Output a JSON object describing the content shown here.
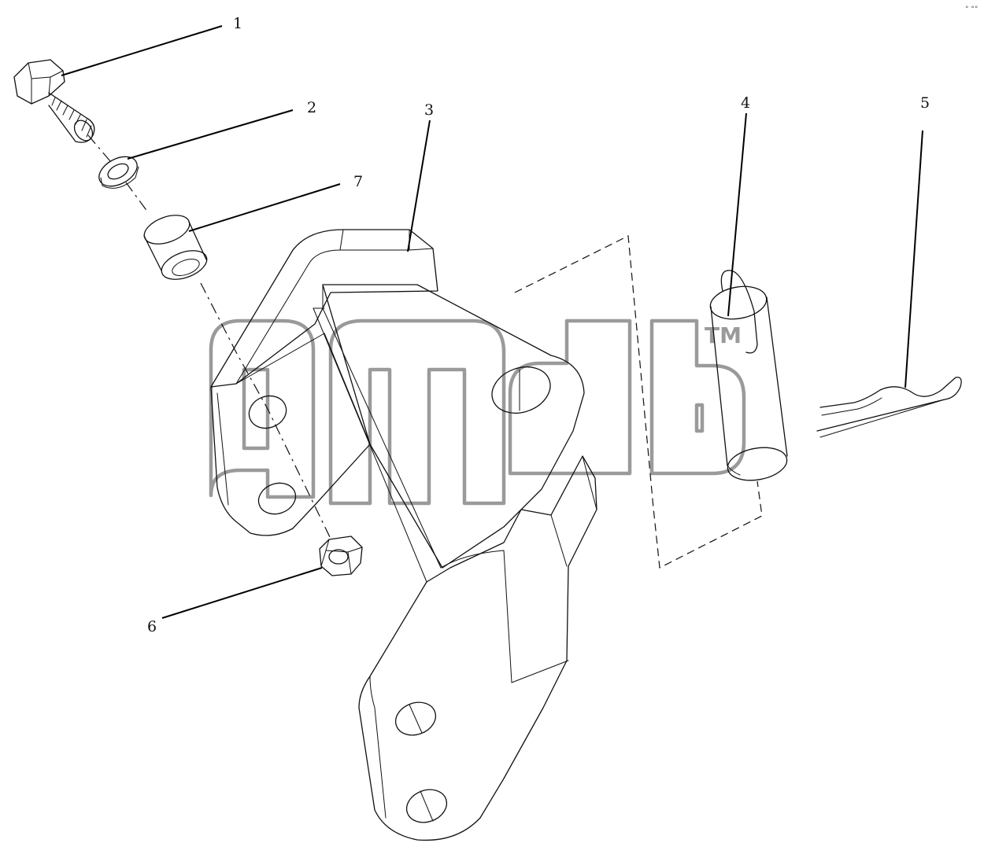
{
  "callouts": [
    {
      "label": "1",
      "part": "bolt"
    },
    {
      "label": "2",
      "part": "lock-washer"
    },
    {
      "label": "3",
      "part": "bracket"
    },
    {
      "label": "4",
      "part": "pin"
    },
    {
      "label": "5",
      "part": "hair-pin-clip"
    },
    {
      "label": "6",
      "part": "nut"
    },
    {
      "label": "7",
      "part": "bushing"
    }
  ],
  "watermark": {
    "mark": "TM"
  },
  "corner_mark": "° °°",
  "colors": {
    "line": "#111111",
    "watermark": "#9a9a9a",
    "background": "#ffffff"
  }
}
